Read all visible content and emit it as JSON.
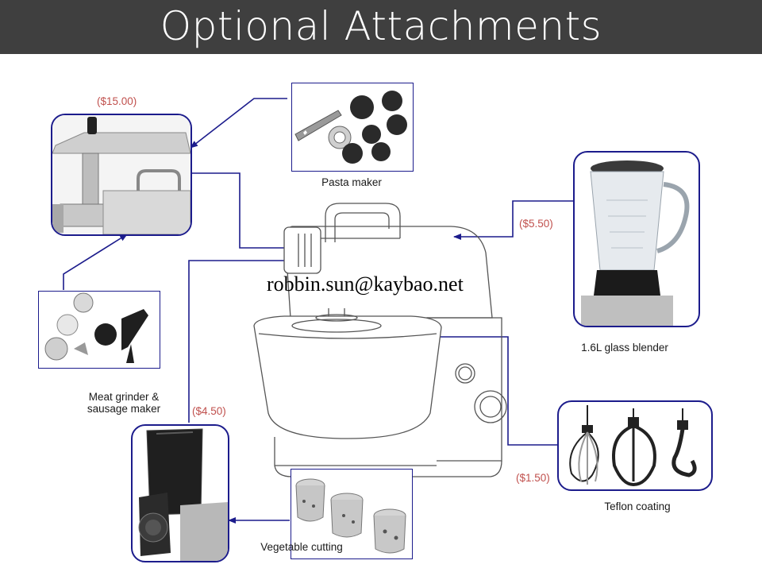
{
  "header": {
    "title": "Optional Attachments"
  },
  "watermark": "robbin.sun@kaybao.net",
  "attachments": {
    "meat_grinder": {
      "label": "Meat grinder &\nsausage maker",
      "price": "($15.00)"
    },
    "pasta_maker": {
      "label": "Pasta maker"
    },
    "glass_blender": {
      "label": "1.6L glass blender",
      "price": "($5.50)"
    },
    "teflon_tools": {
      "label": "Teflon coating",
      "price": "($1.50)"
    },
    "vegetable_cutter": {
      "label": "Vegetable cutting",
      "price": "($4.50)"
    }
  },
  "colors": {
    "banner": "#3f3f3f",
    "connector": "#1c1c8c",
    "price": "#c0504d"
  }
}
